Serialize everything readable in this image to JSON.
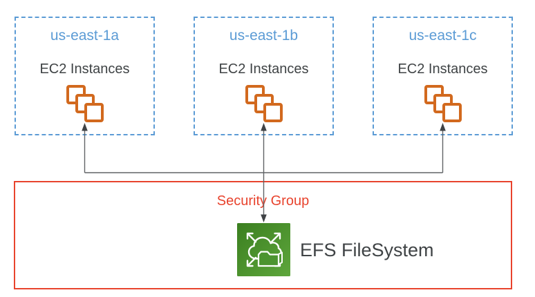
{
  "zones": [
    {
      "label": "us-east-1a",
      "sublabel": "EC2 Instances"
    },
    {
      "label": "us-east-1b",
      "sublabel": "EC2 Instances"
    },
    {
      "label": "us-east-1c",
      "sublabel": "EC2 Instances"
    }
  ],
  "security_group": {
    "label": "Security Group"
  },
  "efs": {
    "label": "EFS FileSystem"
  },
  "connections": [
    {
      "from": "EFS FileSystem",
      "to": "EC2 Instances (us-east-1a)",
      "arrowheads": "ec2-end"
    },
    {
      "from": "EFS FileSystem",
      "to": "EC2 Instances (us-east-1b)",
      "arrowheads": "both-ends"
    },
    {
      "from": "EFS FileSystem",
      "to": "EC2 Instances (us-east-1c)",
      "arrowheads": "ec2-end"
    }
  ],
  "colors": {
    "zone_border": "#5B9BD5",
    "zone_label": "#5B9BD5",
    "body_text": "#3F4345",
    "ec2_icon_orange": "#D2691E",
    "security_group_red": "#E8432D",
    "efs_green_dark": "#3B7F20",
    "efs_green_light": "#5EA63C",
    "connector_gray": "#606366"
  }
}
